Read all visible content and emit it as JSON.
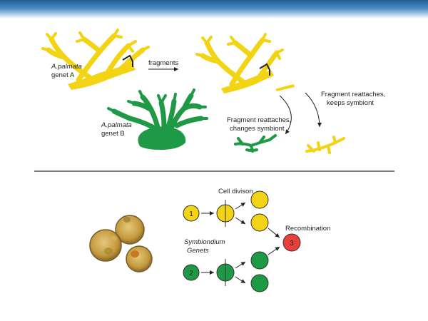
{
  "coral_section": {
    "genet_a_species": "A.palmata",
    "genet_a_name": "genet A",
    "genet_b_species": "A.palmata",
    "genet_b_name": "genet B",
    "fragments_label": "fragments",
    "changes_label_1": "Fragment reattaches,",
    "changes_label_2": "changes symbiont",
    "keeps_label_1": "Fragment reattaches,",
    "keeps_label_2": "keeps symbiont"
  },
  "symbiont_section": {
    "cell_division_label": "Cell divison",
    "genets_label_1": "Symbiondium",
    "genets_label_2": "Genets",
    "recombination_label": "Recombination",
    "cell_1_number": "1",
    "cell_2_number": "2",
    "cell_3_number": "3"
  },
  "colors": {
    "genet_a": "#f2d414",
    "genet_b": "#1e9a46",
    "recombinant": "#e8403a",
    "header": "#2c6aa6"
  }
}
